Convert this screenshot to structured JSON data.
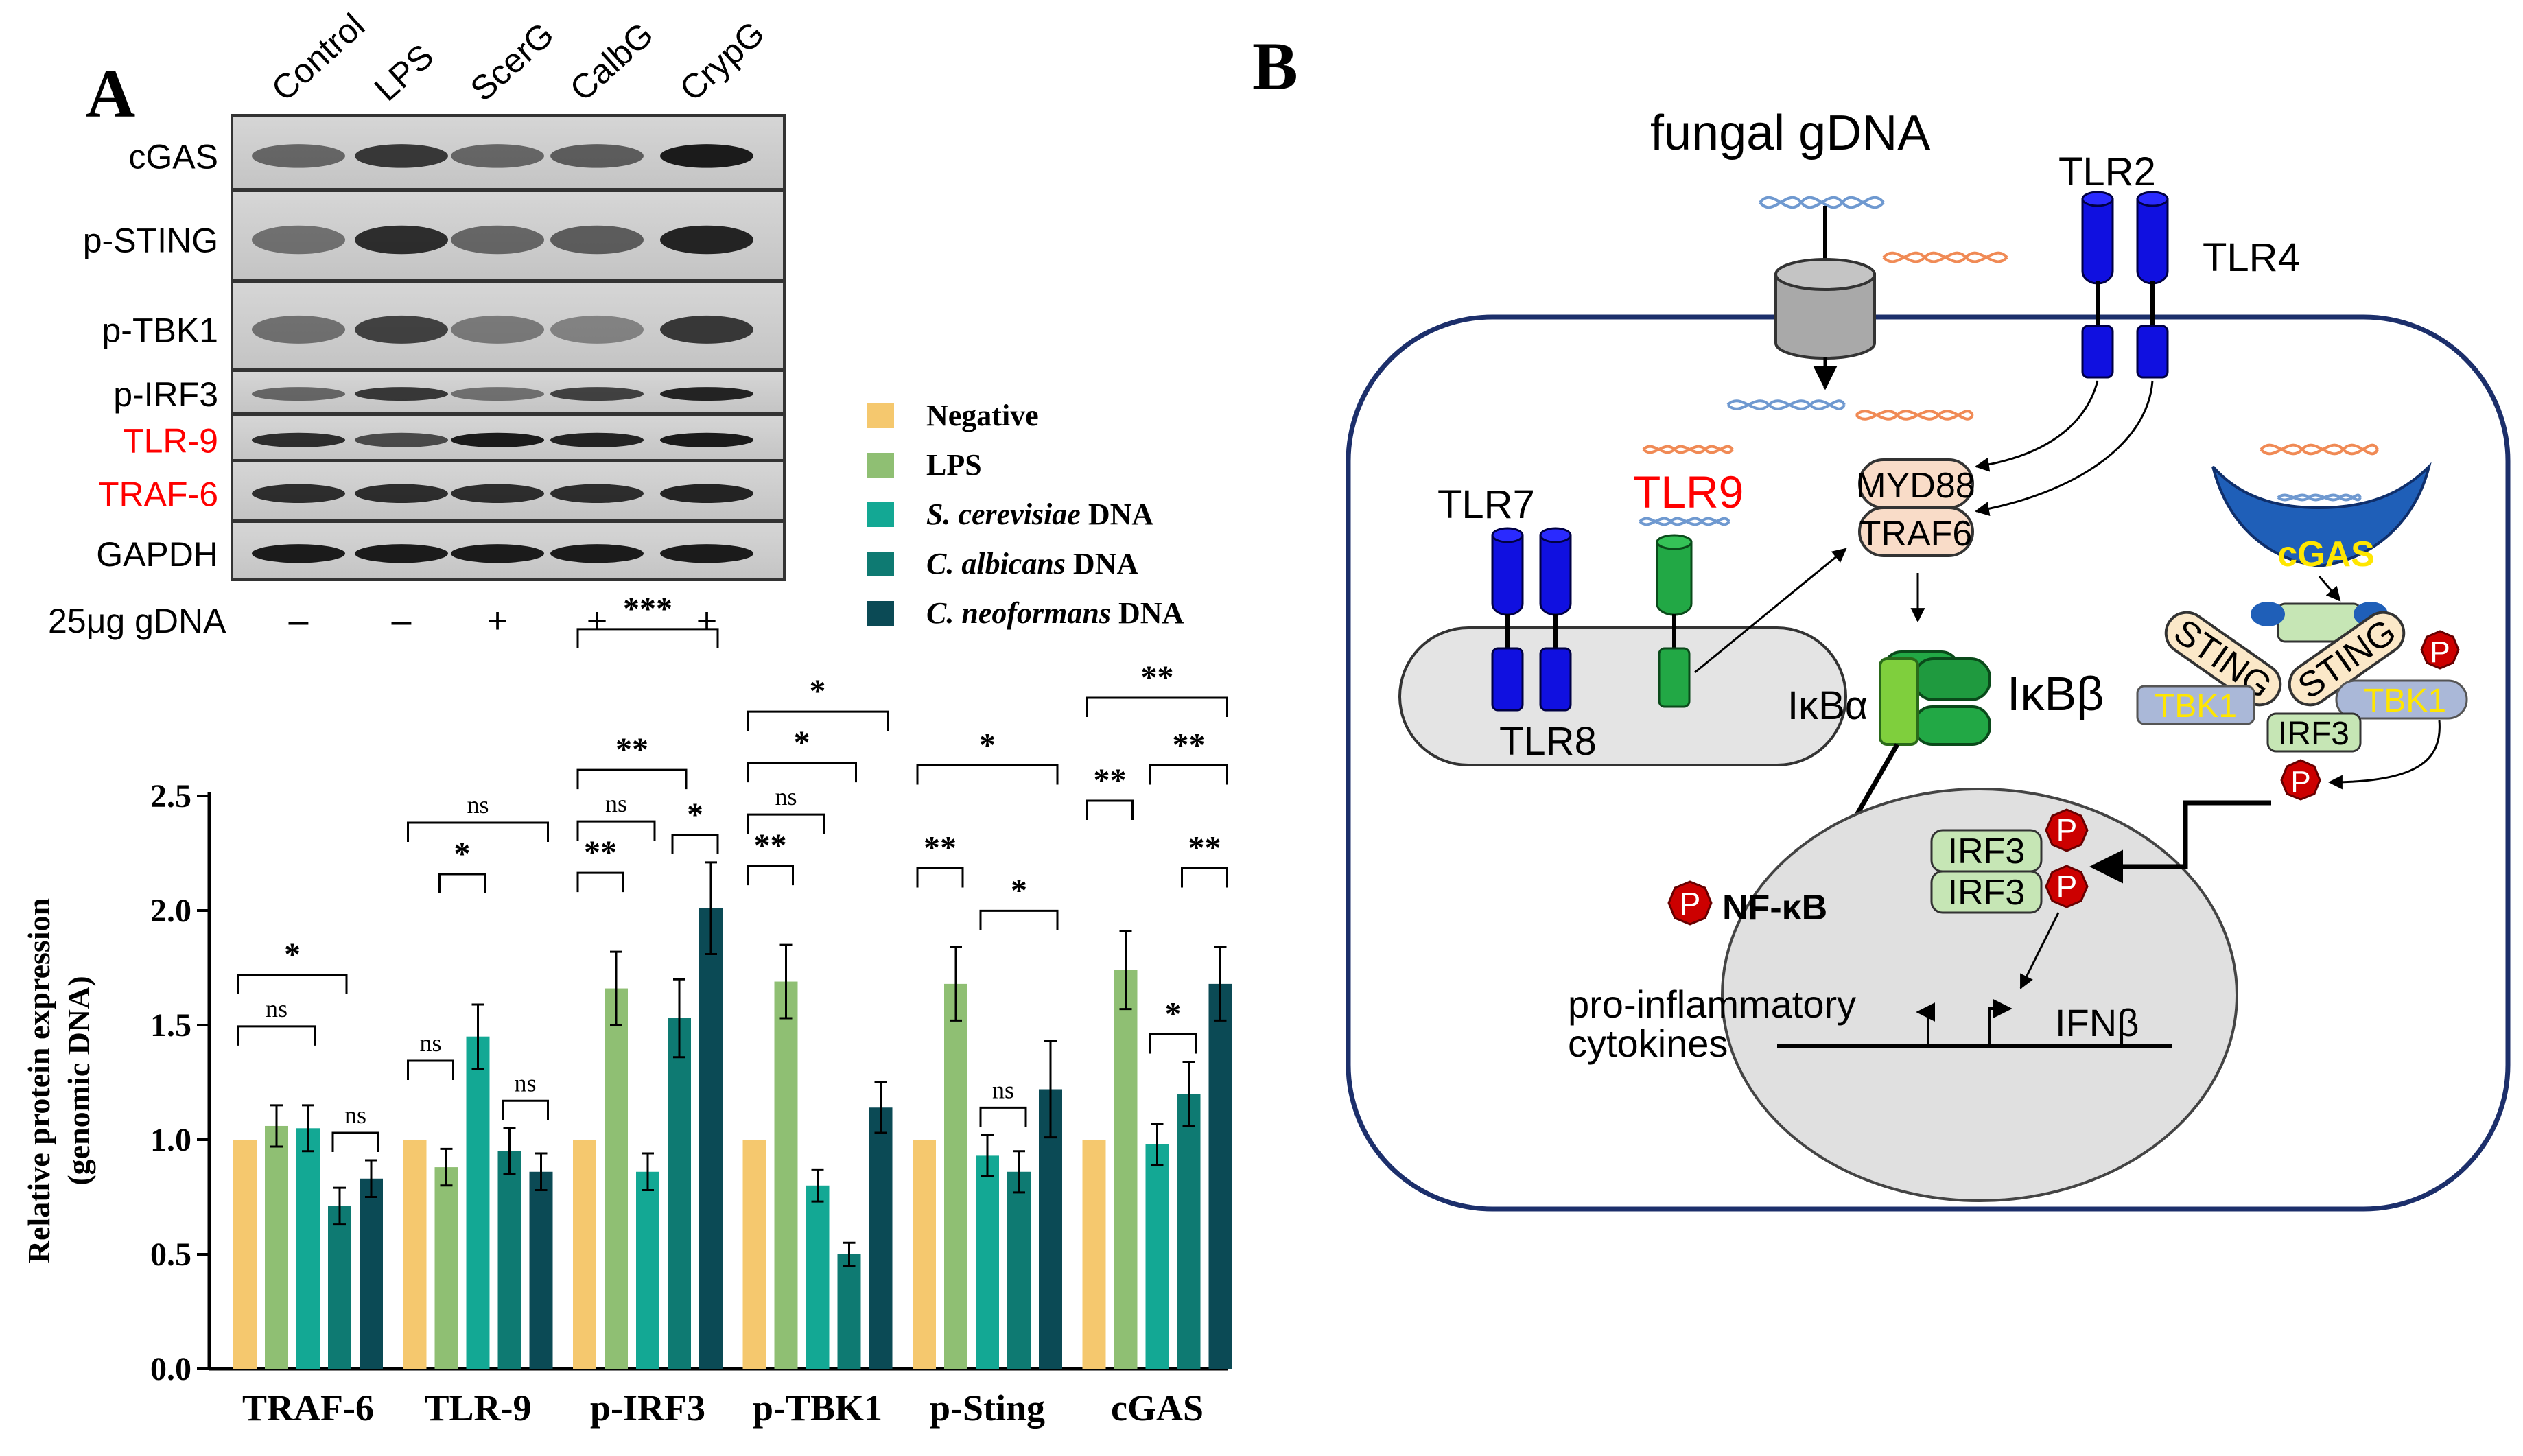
{
  "panel_a": {
    "label": "A",
    "lanes": [
      "Control",
      "LPS",
      "ScerG",
      "CalbG",
      "CrypG"
    ],
    "blot_rows": [
      {
        "label": "cGAS",
        "color": "#000000"
      },
      {
        "label": "p-STING",
        "color": "#000000"
      },
      {
        "label": "p-TBK1",
        "color": "#000000"
      },
      {
        "label": "p-IRF3",
        "color": "#000000"
      },
      {
        "label": "TLR-9",
        "color": "#ff0000"
      },
      {
        "label": "TRAF-6",
        "color": "#ff0000"
      },
      {
        "label": "GAPDH",
        "color": "#000000"
      }
    ],
    "gdna_label": "25μg gDNA",
    "gdna_signs": [
      "–",
      "–",
      "+",
      "+",
      "+"
    ],
    "legend": [
      {
        "label": "Negative",
        "italic": "",
        "suffix": "",
        "color": "#f5c86e"
      },
      {
        "label": "LPS",
        "italic": "",
        "suffix": "",
        "color": "#8fbf73"
      },
      {
        "label": "",
        "italic": "S. cerevisiae",
        "suffix": " DNA",
        "color": "#13a894"
      },
      {
        "label": "",
        "italic": "C. albicans",
        "suffix": " DNA",
        "color": "#0e7a72"
      },
      {
        "label": "",
        "italic": "C. neoformans",
        "suffix": " DNA",
        "color": "#0b4a55"
      }
    ]
  },
  "chart_data": {
    "type": "bar",
    "ylabel_line1": "Relative protein expression",
    "ylabel_line2": "(genomic DNA)",
    "ylim": [
      0,
      2.5
    ],
    "yticks": [
      "0.0",
      "0.5",
      "1.0",
      "1.5",
      "2.0",
      "2.5"
    ],
    "categories": [
      "TRAF-6",
      "TLR-9",
      "p-IRF3",
      "p-TBK1",
      "p-Sting",
      "cGAS"
    ],
    "series": [
      {
        "name": "Negative",
        "color": "#f5c86e",
        "values": [
          1.0,
          1.0,
          1.0,
          1.0,
          1.0,
          1.0
        ],
        "errors": [
          0,
          0,
          0,
          0,
          0,
          0
        ]
      },
      {
        "name": "LPS",
        "color": "#8fbf73",
        "values": [
          1.06,
          0.88,
          1.66,
          1.69,
          1.68,
          1.74
        ],
        "errors": [
          0.09,
          0.08,
          0.16,
          0.16,
          0.16,
          0.17
        ]
      },
      {
        "name": "S. cerevisiae DNA",
        "color": "#13a894",
        "values": [
          1.05,
          1.45,
          0.86,
          0.8,
          0.93,
          0.98
        ],
        "errors": [
          0.1,
          0.14,
          0.08,
          0.07,
          0.09,
          0.09
        ]
      },
      {
        "name": "C. albicans DNA",
        "color": "#0e7a72",
        "values": [
          0.71,
          0.95,
          1.53,
          0.5,
          0.86,
          1.2
        ],
        "errors": [
          0.08,
          0.1,
          0.17,
          0.05,
          0.09,
          0.14
        ]
      },
      {
        "name": "C. neoformans DNA",
        "color": "#0b4a55",
        "values": [
          0.83,
          0.86,
          2.01,
          1.14,
          1.22,
          1.68
        ],
        "errors": [
          0.08,
          0.08,
          0.2,
          0.11,
          0.21,
          0.16
        ]
      }
    ],
    "significance": [
      {
        "group": 0,
        "a": 0,
        "b": 3,
        "label": "*",
        "lvl": 2
      },
      {
        "group": 0,
        "a": 0,
        "b": 2,
        "label": "ns",
        "lvl": 1
      },
      {
        "group": 0,
        "a": 3,
        "b": 4,
        "label": "ns",
        "lvl": 0
      },
      {
        "group": 1,
        "a": 0,
        "b": 4,
        "label": "ns",
        "lvl": 3
      },
      {
        "group": 1,
        "a": 1,
        "b": 2,
        "label": "*",
        "lvl": 2
      },
      {
        "group": 1,
        "a": 0,
        "b": 1,
        "label": "ns",
        "lvl": 1
      },
      {
        "group": 1,
        "a": 3,
        "b": 4,
        "label": "ns",
        "lvl": 0
      },
      {
        "group": 2,
        "a": 0,
        "b": 4,
        "label": "***",
        "lvl": 4
      },
      {
        "group": 2,
        "a": 0,
        "b": 3,
        "label": "**",
        "lvl": 3
      },
      {
        "group": 2,
        "a": 0,
        "b": 2,
        "label": "ns",
        "lvl": 2
      },
      {
        "group": 2,
        "a": 0,
        "b": 1,
        "label": "**",
        "lvl": 1
      },
      {
        "group": 2,
        "a": 3,
        "b": 4,
        "label": "*",
        "lvl": 0
      },
      {
        "group": 3,
        "a": 0,
        "b": 4,
        "label": "*",
        "lvl": 4
      },
      {
        "group": 3,
        "a": 0,
        "b": 3,
        "label": "*",
        "lvl": 3
      },
      {
        "group": 3,
        "a": 0,
        "b": 2,
        "label": "ns",
        "lvl": 2
      },
      {
        "group": 3,
        "a": 0,
        "b": 1,
        "label": "**",
        "lvl": 1
      },
      {
        "group": 4,
        "a": 0,
        "b": 4,
        "label": "*",
        "lvl": 3
      },
      {
        "group": 4,
        "a": 0,
        "b": 1,
        "label": "**",
        "lvl": 1
      },
      {
        "group": 4,
        "a": 2,
        "b": 4,
        "label": "*",
        "lvl": 2
      },
      {
        "group": 4,
        "a": 2,
        "b": 3,
        "label": "ns",
        "lvl": 0
      },
      {
        "group": 5,
        "a": 0,
        "b": 4,
        "label": "**",
        "lvl": 4
      },
      {
        "group": 5,
        "a": 0,
        "b": 1,
        "label": "**",
        "lvl": 2
      },
      {
        "group": 5,
        "a": 2,
        "b": 4,
        "label": "**",
        "lvl": 3
      },
      {
        "group": 5,
        "a": 3,
        "b": 4,
        "label": "**",
        "lvl": 1
      },
      {
        "group": 5,
        "a": 2,
        "b": 3,
        "label": "*",
        "lvl": 0
      }
    ]
  },
  "panel_b": {
    "label": "B",
    "fungal_gdna": "fungal gDNA",
    "tlr2": "TLR2",
    "tlr4": "TLR4",
    "tlr7": "TLR7",
    "tlr8": "TLR8",
    "tlr9": "TLR9",
    "myd88": "MYD88",
    "traf6": "TRAF6",
    "ikba": "IκBα",
    "ikbb": "IκBβ",
    "cgas": "cGAS",
    "sting": "STING",
    "tbk1": "TBK1",
    "irf3": "IRF3",
    "p": "P",
    "nfkb": "NF-κB",
    "proinflammatory": "pro-inflammatory",
    "cytokines": "cytokines",
    "ifnb": "IFNβ",
    "colors": {
      "tlr_blue": "#1010e0",
      "tlr9_green": "#22a845",
      "tlr9_red": "#ff0000",
      "cell_border": "#1c2f6b",
      "cgas_blue": "#1f5fb8",
      "cgas_text": "#ffe600",
      "sting_fill": "#fbe8c8",
      "irf3_fill": "#c6e6b5",
      "p_red": "#cc0000"
    }
  }
}
